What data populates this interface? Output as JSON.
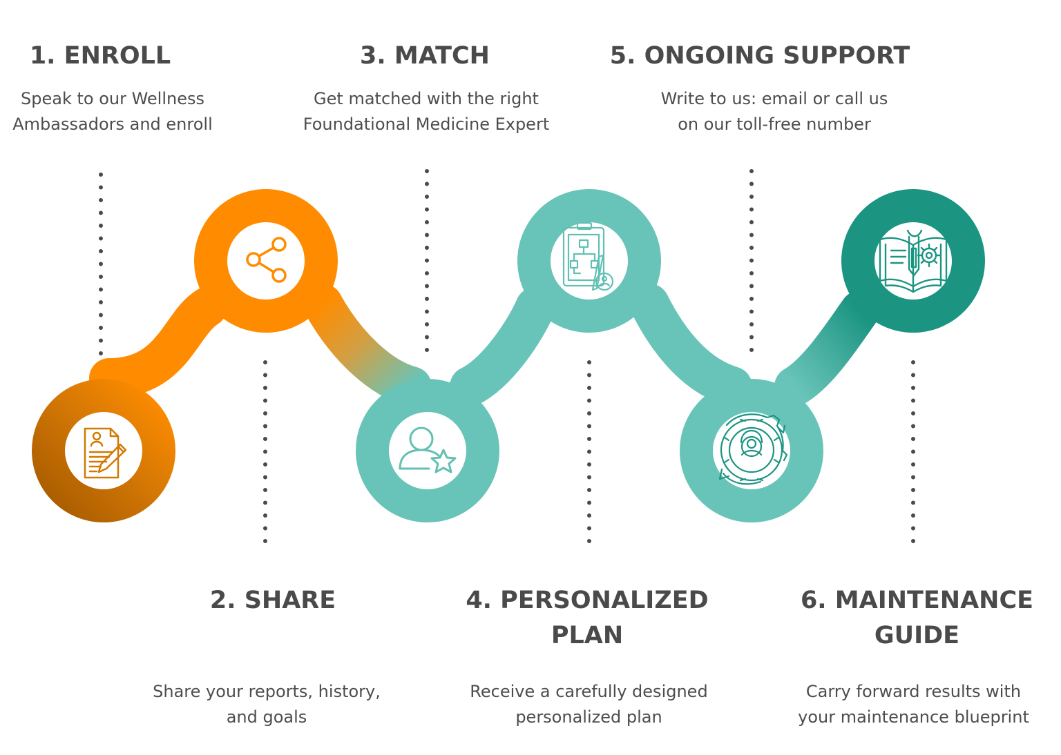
{
  "steps": [
    {
      "title": [
        "1. ENROLL"
      ],
      "description": [
        "Speak to our Wellness",
        "Ambassadors and enroll"
      ],
      "icon": "enrollment-form-pen-icon",
      "color": "#ef8f00"
    },
    {
      "title": [
        "2. SHARE"
      ],
      "description": [
        "Share your reports, history,",
        "and goals"
      ],
      "icon": "share-icon",
      "color": "#ff8c00"
    },
    {
      "title": [
        "3. MATCH"
      ],
      "description": [
        "Get matched with the right",
        "Foundational Medicine Expert"
      ],
      "icon": "user-star-icon",
      "color": "#68c4b8"
    },
    {
      "title": [
        "4. PERSONALIZED",
        "PLAN"
      ],
      "description": [
        "Receive a carefully designed",
        "personalized plan"
      ],
      "icon": "clipboard-plan-icon",
      "color": "#68c4b8"
    },
    {
      "title": [
        "5. ONGOING SUPPORT"
      ],
      "description": [
        "Write to us: email or call us",
        "on our toll-free number"
      ],
      "icon": "support-headset-gear-icon",
      "color": "#68c4b8"
    },
    {
      "title": [
        "6. MAINTENANCE",
        "GUIDE"
      ],
      "description": [
        "Carry forward results with",
        "your maintenance blueprint"
      ],
      "icon": "manual-wrench-gear-icon",
      "color": "#1b9482"
    }
  ],
  "colors": {
    "title_text": "#4a4a4a",
    "body_text": "#4d4d4d",
    "dotted_lines": "#4a4a4a",
    "enroll_orange_dark": "#a85c00",
    "share_orange": "#ff8c00",
    "teal": "#68c4b8",
    "maintenance_teal": "#1b9482"
  }
}
